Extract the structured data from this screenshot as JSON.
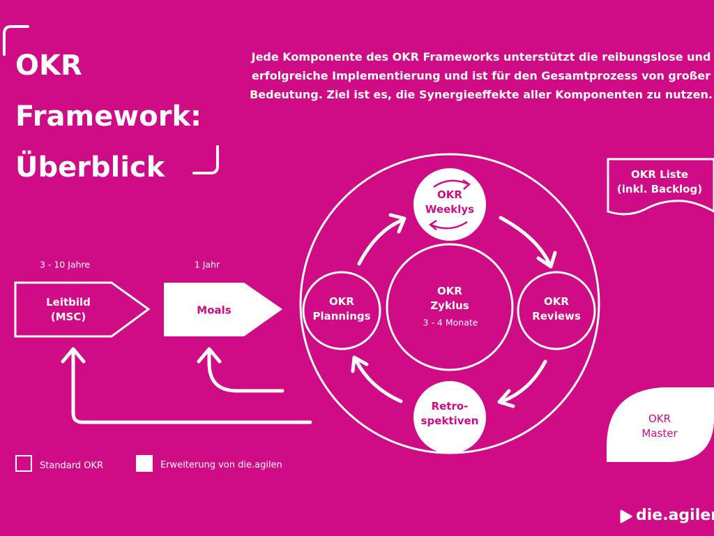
{
  "title": {
    "line1": "OKR",
    "line2": "Framework:",
    "line3": "Überblick"
  },
  "intro": "Jede Komponente des OKR Frameworks unterstützt die reibungslose und erfolgreiche Implementierung und ist für den Gesamtprozess von großer Bedeutung. Ziel ist es, die Synergieeffekte aller Komponenten zu nutzen.",
  "timeline": [
    {
      "period": "3 - 10 Jahre",
      "line1": "Leitbild",
      "line2": "(MSC)"
    },
    {
      "period": "1 Jahr",
      "line1": "Moals"
    }
  ],
  "cycle": {
    "center": {
      "line1": "OKR",
      "line2": "Zyklus",
      "duration": "3 - 4 Monate"
    },
    "weeklys": {
      "line1": "OKR",
      "line2": "Weeklys"
    },
    "plannings": {
      "line1": "OKR",
      "line2": "Plannings"
    },
    "reviews": {
      "line1": "OKR",
      "line2": "Reviews"
    },
    "retro": {
      "line1": "Retro-",
      "line2": "spektiven"
    }
  },
  "side": {
    "liste": {
      "line1": "OKR Liste",
      "line2": "(inkl. Backlog)"
    },
    "master": {
      "line1": "OKR",
      "line2": "Master"
    }
  },
  "legend": {
    "standard": "Standard OKR",
    "extension": "Erweiterung von die.agilen"
  },
  "logo": "die.agilen",
  "colors": {
    "background": "#cf0b86",
    "foreground": "#ffffff"
  }
}
